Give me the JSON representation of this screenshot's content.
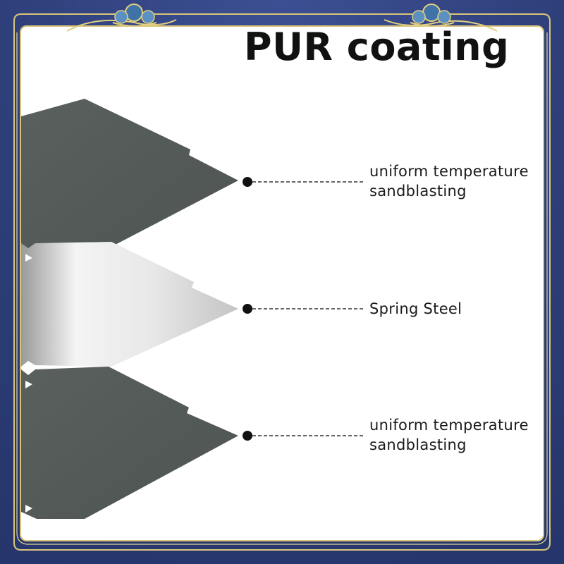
{
  "title": "PUR coating",
  "callouts": [
    {
      "line1": "uniform temperature",
      "line2": "sandblasting"
    },
    {
      "line1": "Spring Steel",
      "line2": ""
    },
    {
      "line1": "uniform temperature",
      "line2": "sandblasting"
    }
  ],
  "colors": {
    "frame_background": "#2e3f7a",
    "frame_trim": "#d9c57a",
    "panel": "#ffffff",
    "coating_layer": "#565c5a",
    "steel_layer": "#d6d6d6",
    "ornament": "#3f73a8"
  },
  "icons": [
    "cloud-ornament-left",
    "cloud-ornament-right"
  ]
}
